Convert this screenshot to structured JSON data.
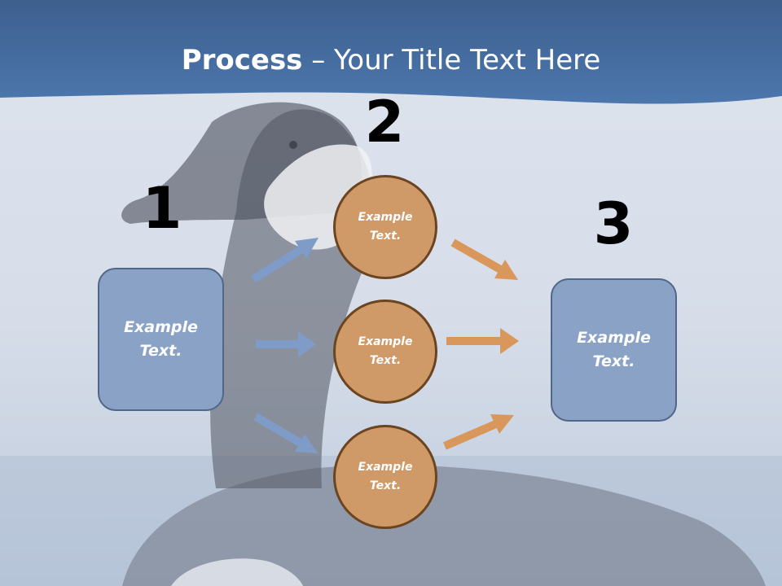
{
  "title": {
    "bold": "Process",
    "rest": " – Your Title Text Here"
  },
  "steps": [
    {
      "number": "1",
      "text": "Example Text."
    },
    {
      "number": "2",
      "text": "Example Text."
    },
    {
      "number": "3",
      "text": "Example Text."
    }
  ],
  "circles": [
    {
      "text": "Example Text."
    },
    {
      "text": "Example Text."
    },
    {
      "text": "Example Text."
    }
  ],
  "colors": {
    "header": "#3f6aa0",
    "box_fill": "#8aa2c6",
    "circle_fill": "#cf9968",
    "blue_arrow": "#7f9cc8",
    "orange_arrow": "#d9975c"
  },
  "background": "goose-photo"
}
